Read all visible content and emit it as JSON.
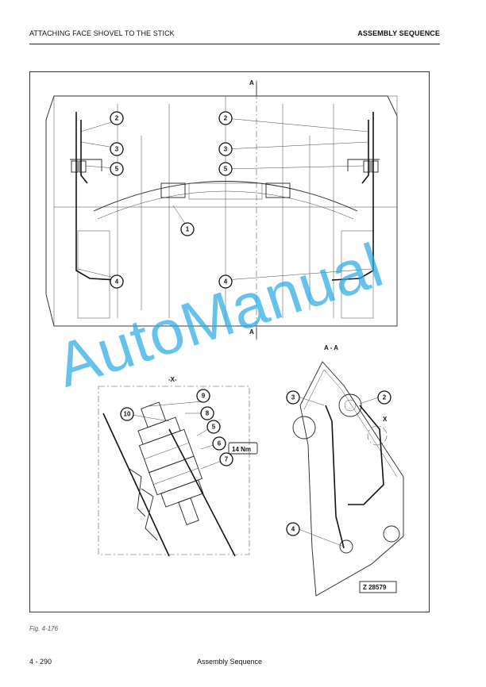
{
  "header": {
    "left": "ATTACHING FACE SHOVEL TO THE STICK",
    "right": "ASSEMBLY SEQUENCE"
  },
  "drawing": {
    "section_marker": "A",
    "section_title": "A - A",
    "detail_marker": "X",
    "detail_title": "-X-",
    "torque_label": "14 Nm",
    "drawing_number": "Z 28579",
    "callouts_top": [
      "2",
      "3",
      "5",
      "1",
      "4",
      "2",
      "3",
      "5",
      "4"
    ],
    "callouts_detail": [
      "9",
      "8",
      "10",
      "5",
      "6",
      "7"
    ],
    "callouts_section": [
      "3",
      "2",
      "4"
    ]
  },
  "figure_caption": "Fig. 4-176",
  "footer": {
    "page_number": "4 - 290",
    "center": "Assembly Sequence"
  },
  "watermark": "AutoManual"
}
